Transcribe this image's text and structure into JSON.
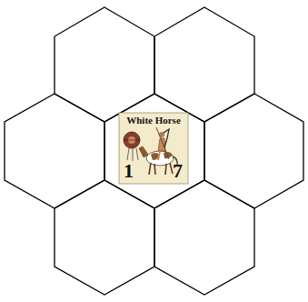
{
  "diagram": {
    "nodes": [
      {
        "text": [
          "White Horse",
          "1",
          "7"
        ]
      }
    ]
  }
}
